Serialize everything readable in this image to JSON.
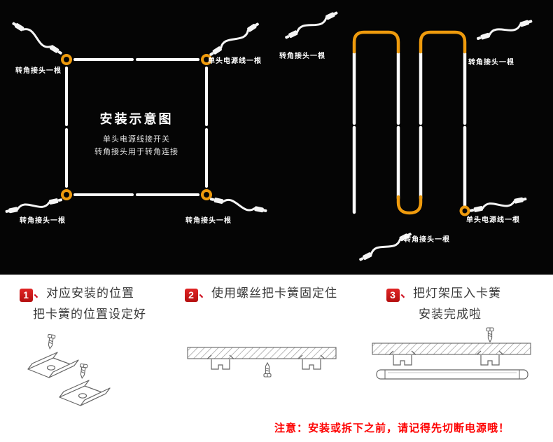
{
  "diagram": {
    "left": {
      "title": "安装示意图",
      "subtitle1": "单头电源线接开关",
      "subtitle2": "转角接头用于转角连接",
      "label_top_left": "转角接头一根",
      "label_top_right": "单头电源线一根",
      "label_bottom_left": "转角接头一根",
      "label_bottom_right": "转角接头一根"
    },
    "right": {
      "label_top_left": "转角接头一根",
      "label_top_right": "转角接头一根",
      "label_bottom_right": "单头电源线一根",
      "label_bottom_center": "转角接头一根"
    }
  },
  "steps": [
    {
      "num": "1",
      "sep": "、",
      "lines": [
        "对应安装的位置",
        "把卡簧的位置设定好"
      ]
    },
    {
      "num": "2",
      "sep": "、",
      "lines": [
        "使用螺丝把卡簧固定住"
      ]
    },
    {
      "num": "3",
      "sep": "、",
      "lines": [
        "把灯架压入卡簧",
        "安装完成啦"
      ]
    }
  ],
  "notice": "注意：安装或拆下之前，请记得先切断电源哦！",
  "colors": {
    "panel_background": "#050505",
    "tube_white": "#fdfdfd",
    "connector_orange": "#ef9b0d",
    "step_badge_red": "#cf1322",
    "notice_red": "#fe0000"
  }
}
